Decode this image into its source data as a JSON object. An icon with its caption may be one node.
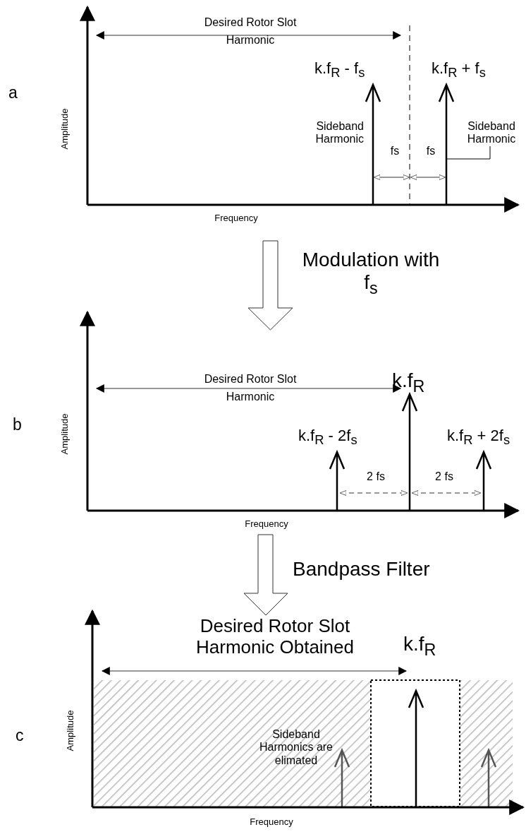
{
  "diagram": {
    "nodes": [
      {
        "text": [
          "Sideband Harmonic"
        ]
      },
      {
        "text": [],
        "shape": "arrow"
      }
    ],
    "edges": [
      {
        "from": 0,
        "to": 1,
        "arrow": "none"
      }
    ],
    "labels": [
      "Desired Rotor Slot Harmonic",
      "a",
      "k.f$_{R}$ - f$_{s}$",
      "k.f$_{R}$ + f$_{s}$",
      "Amplitude",
      "Sideband Harmonic",
      "fs",
      "fs",
      "Frequency",
      "Modulation with f$_{s}$",
      "Desired Rotor Slot Harmonic",
      "k.f$_{R}$",
      "b",
      "Amplitude",
      "k.f$_{R}$ - 2f$_{s}$",
      "k.f$_{R}$ + 2f$_{s}$",
      "2 fs",
      "2 fs",
      "Frequency",
      "Bandpass Filter",
      "Desired Rotor Slot Harmonic Obtained",
      "k.f$_{R}$",
      "c",
      "Amplitude",
      "Sideband Harmonics are elimated",
      "Frequency"
    ]
  }
}
